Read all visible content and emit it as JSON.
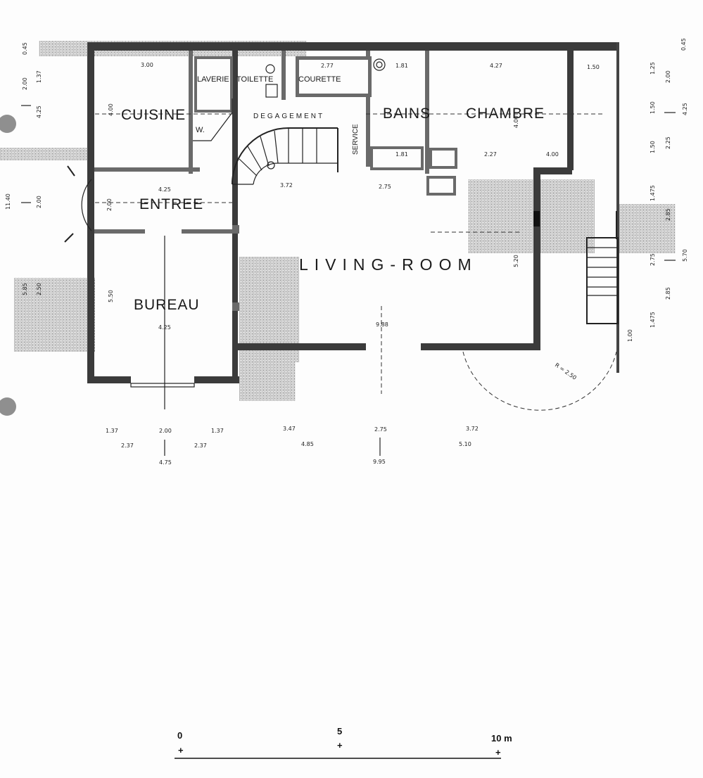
{
  "rooms": {
    "cuisine": "CUISINE",
    "entree": "ENTREE",
    "bureau": "BUREAU",
    "living": "LIVING-ROOM",
    "bains": "BAINS",
    "chambre": "CHAMBRE",
    "laverie": "LAVERIE",
    "toilette": "TOILETTE",
    "courette": "COURETTE",
    "degagement": "DEGAGEMENT",
    "service": "SERVICE",
    "w": "W."
  },
  "dimensions": {
    "cuisine_w": "3.00",
    "cuisine_h": "4.00",
    "entree_w": "4.25",
    "entree_h": "2.00",
    "bureau_w": "4.25",
    "bureau_h": "5.50",
    "courette_w": "2.77",
    "bath_a": "1.81",
    "bath_b": "1.81",
    "chambre_w": "4.27",
    "chambre_b": "2.27",
    "chambre_h": "4.00",
    "hall_a": "3.72",
    "hall_b": "2.75",
    "living_w": "9.88",
    "living_h": "5.20",
    "radius": "R = 2.50",
    "corner_a": "1.50",
    "corner_b": "4.00",
    "b1": "1.37",
    "b2": "2.00",
    "b3": "1.37",
    "b4": "3.47",
    "b5": "2.75",
    "b6": "3.72",
    "c1": "2.37",
    "c2": "2.37",
    "c3": "4.85",
    "c4": "5.10",
    "d1": "4.75",
    "d2": "9.95",
    "l1": "2.00",
    "l2": "1.37",
    "l3": "4.25",
    "l4": "11.40",
    "l5": "2.00",
    "l6": "5.85",
    "l7": "2.50",
    "r1": "1.25",
    "r2": "2.00",
    "r3": "1.50",
    "r4": "4.25",
    "r5": "1.50",
    "r6": "2.25",
    "r7": "1.475",
    "r8": "2.85",
    "r9": "5.70",
    "r10": "2.75",
    "r11": "2.85",
    "r12": "1.475",
    "r13": "1.00",
    "top_r": "0.45",
    "top_l": "0.45"
  },
  "scale": {
    "zero": "0",
    "five": "5",
    "ten": "10 m",
    "mark": "+"
  },
  "colors": {
    "ink": "#1a1a1a",
    "wall": "#3b3b3b",
    "paper": "#fdfdfd",
    "hole": "#8f8f8f"
  }
}
